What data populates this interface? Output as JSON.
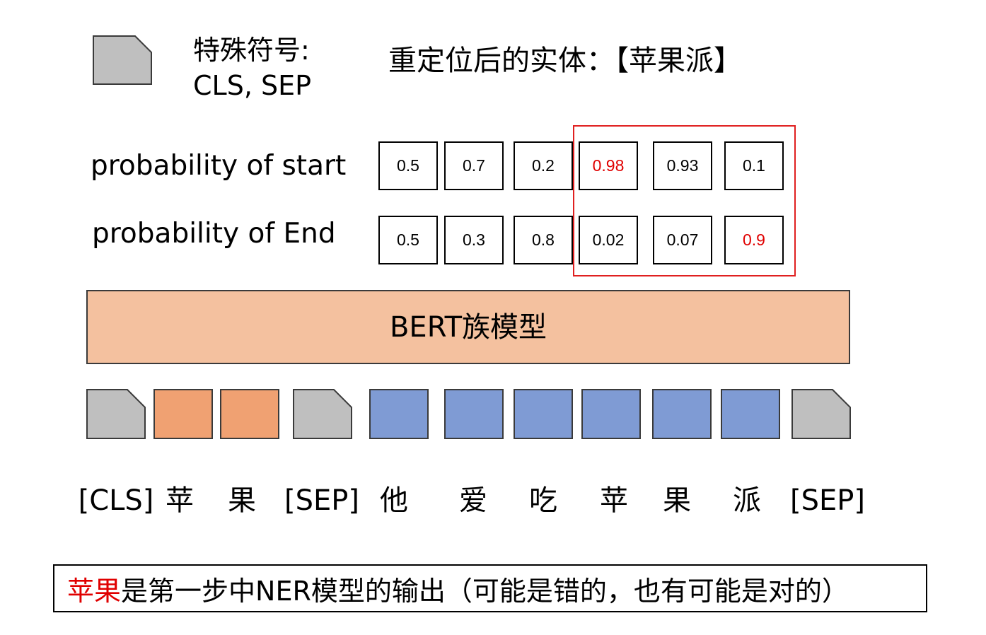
{
  "legend": {
    "icon": "special-token-icon",
    "line1": "特殊符号:",
    "line2": "CLS, SEP"
  },
  "relocated": "重定位后的实体：【苹果派】",
  "start_row": {
    "label": "probability of start",
    "values": [
      "0.5",
      "0.7",
      "0.2",
      "0.98",
      "0.93",
      "0.1"
    ]
  },
  "end_row": {
    "label": "probability of End",
    "values": [
      "0.5",
      "0.3",
      "0.8",
      "0.02",
      "0.07",
      "0.9"
    ]
  },
  "model_label": "BERT族模型",
  "tokens": [
    "[CLS]",
    "苹",
    "果",
    "[SEP]",
    "他",
    "爱",
    "吃",
    "苹",
    "果",
    "派",
    "[SEP]"
  ],
  "token_types": [
    "special",
    "orange",
    "orange",
    "special",
    "blue",
    "blue",
    "blue",
    "blue",
    "blue",
    "blue",
    "special"
  ],
  "footer": {
    "highlight": "苹果",
    "rest": "是第一步中NER模型的输出（可能是错的，也有可能是对的）"
  },
  "colors": {
    "special": "#bfbfbf",
    "orange": "#f0a172",
    "blue": "#7f9bd4",
    "model_fill": "#f4c19f",
    "highlight": "#e00000"
  }
}
